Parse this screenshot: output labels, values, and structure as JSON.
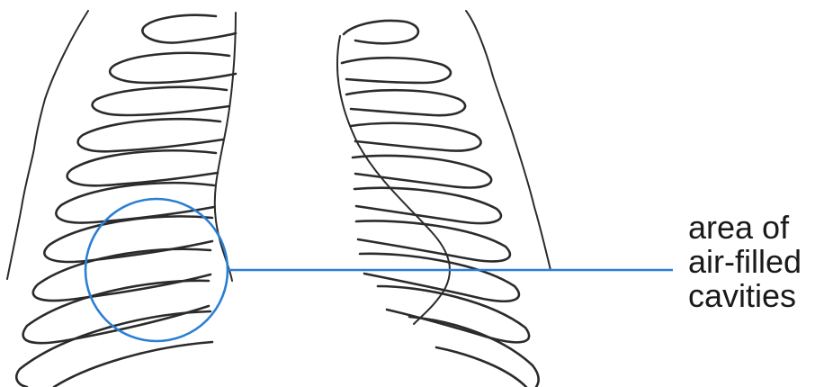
{
  "callout": {
    "lines": [
      "area of",
      "air-filled",
      "cavities"
    ]
  },
  "colors": {
    "ink": "#2b2b2b",
    "highlight": "#2a7fd4",
    "background": "#ffffff"
  }
}
